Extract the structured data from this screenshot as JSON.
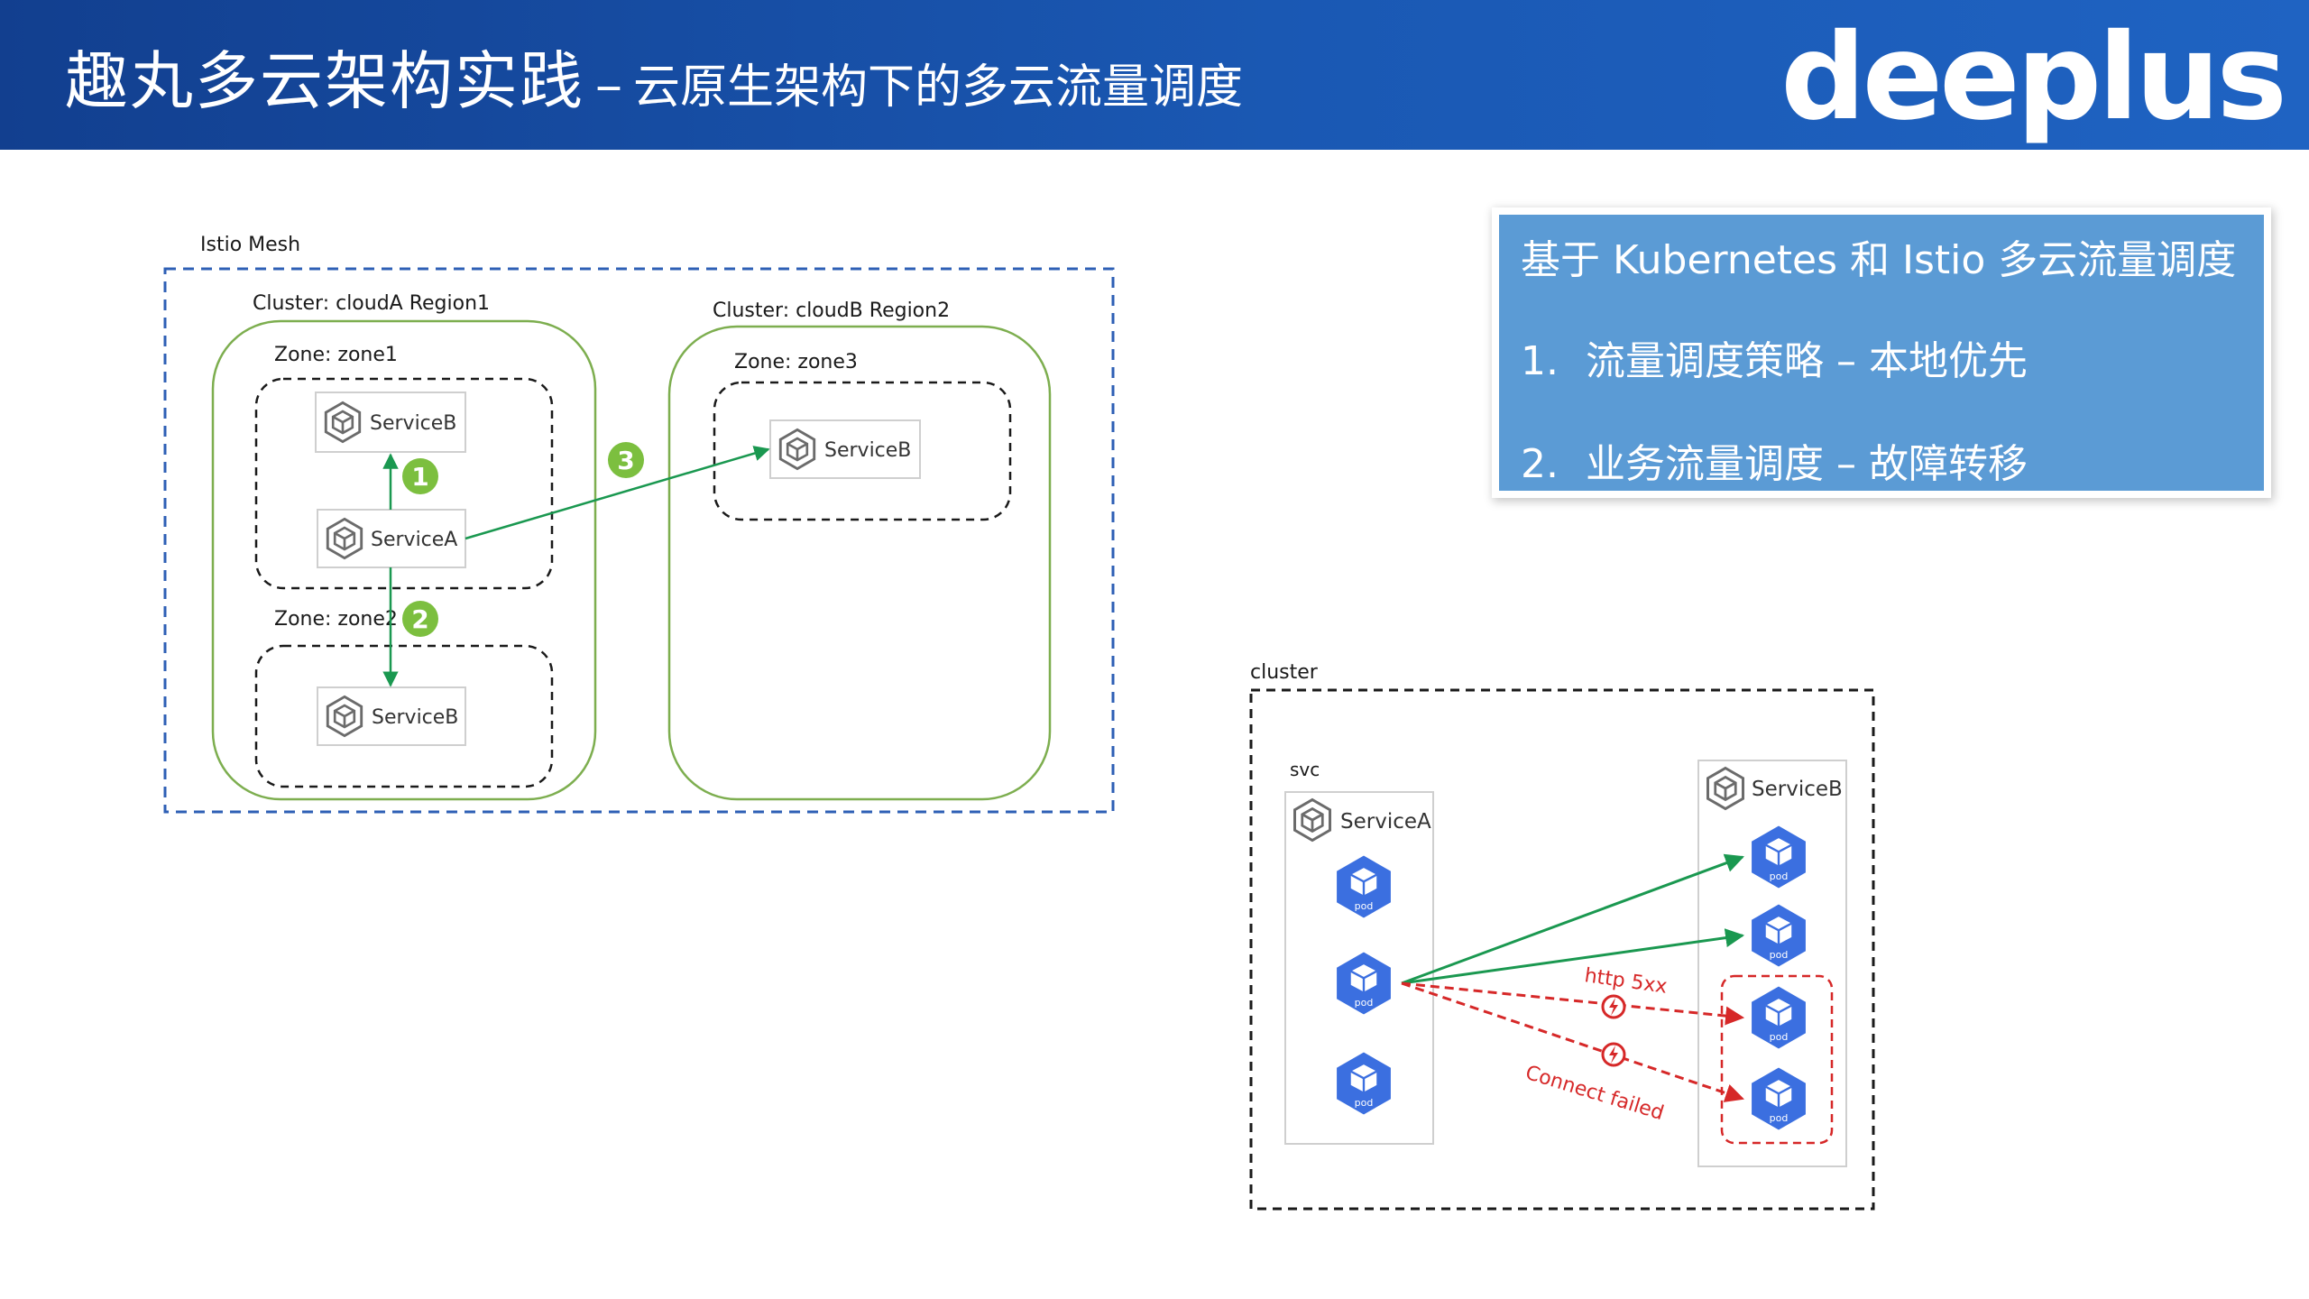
{
  "header": {
    "title_main": "趣丸多云架构实践",
    "title_sep": "–",
    "title_sub": "云原生架构下的多云流量调度",
    "logo": "deeplus"
  },
  "mesh": {
    "label": "Istio Mesh",
    "clusterA": {
      "label": "Cluster: cloudA Region1",
      "zone1": {
        "label": "Zone: zone1",
        "svc_top": "ServiceB",
        "svc_bottom": "ServiceA"
      },
      "zone2": {
        "label": "Zone: zone2",
        "svc": "ServiceB"
      }
    },
    "clusterB": {
      "label": "Cluster: cloudB Region2",
      "zone3": {
        "label": "Zone: zone3",
        "svc": "ServiceB"
      }
    },
    "markers": [
      "1",
      "2",
      "3"
    ],
    "colors": {
      "mesh_border": "#2e5fb5",
      "cluster_border": "#7dae4f",
      "arrow": "#1a9850",
      "marker": "#7cbf3f"
    }
  },
  "panel": {
    "title": "基于 Kubernetes 和 Istio 多云流量调度",
    "items": [
      {
        "num": "1.",
        "text": "流量调度策略 – 本地优先"
      },
      {
        "num": "2.",
        "text": "业务流量调度 – 故障转移"
      }
    ],
    "color": "#5b9bd5"
  },
  "cluster2": {
    "label": "cluster",
    "svc_label": "svc",
    "serviceA": "ServiceA",
    "serviceB": "ServiceB",
    "pod_label": "pod",
    "error1": "http 5xx",
    "error2": "Connect failed",
    "colors": {
      "pod": "#3b6fe0",
      "ok_arrow": "#1a9850",
      "fail": "#d62828"
    }
  }
}
